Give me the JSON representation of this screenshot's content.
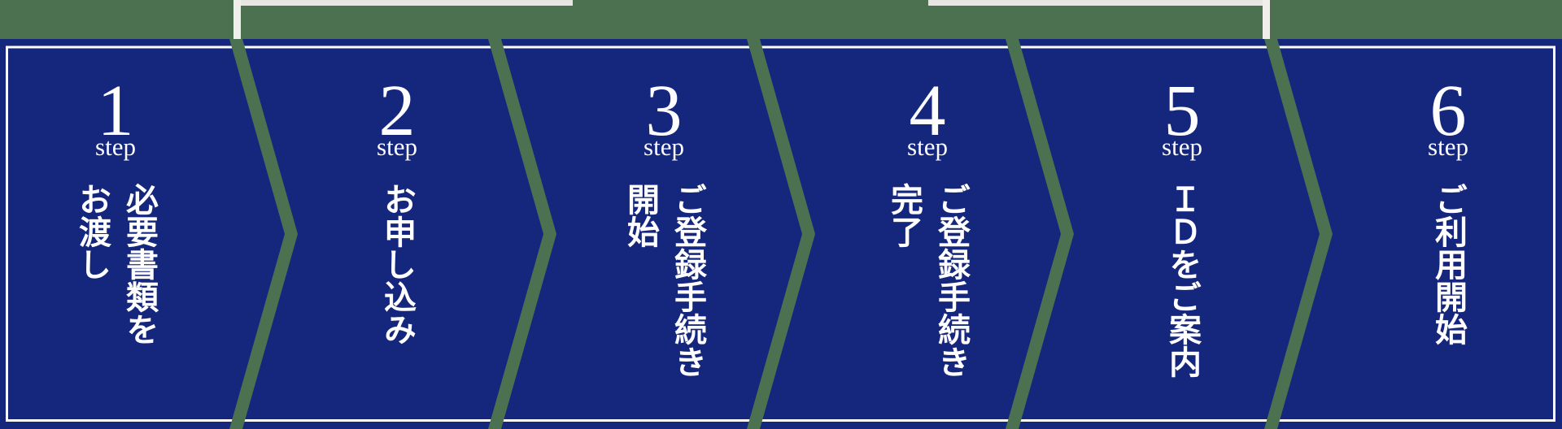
{
  "flow": {
    "steps": [
      {
        "number": "1",
        "label": "step",
        "lines": [
          "必要書類を",
          "お渡し"
        ]
      },
      {
        "number": "2",
        "label": "step",
        "lines": [
          "お申し込み"
        ]
      },
      {
        "number": "3",
        "label": "step",
        "lines": [
          "ご登録手続き",
          "開始"
        ]
      },
      {
        "number": "4",
        "label": "step",
        "lines": [
          "ご登録手続き",
          "完了"
        ]
      },
      {
        "number": "5",
        "label": "step",
        "lines": [
          "ＩＤをご案内"
        ]
      },
      {
        "number": "6",
        "label": "step",
        "lines": [
          "ご利用開始"
        ]
      }
    ]
  },
  "colors": {
    "background_green": "#4b7150",
    "panel_blue": "#15267d",
    "border_white": "#ffffff",
    "text_white": "#ffffff",
    "connector_strip_gray": "#e6e5e1",
    "connector_bar_white": "#f0efeb"
  }
}
